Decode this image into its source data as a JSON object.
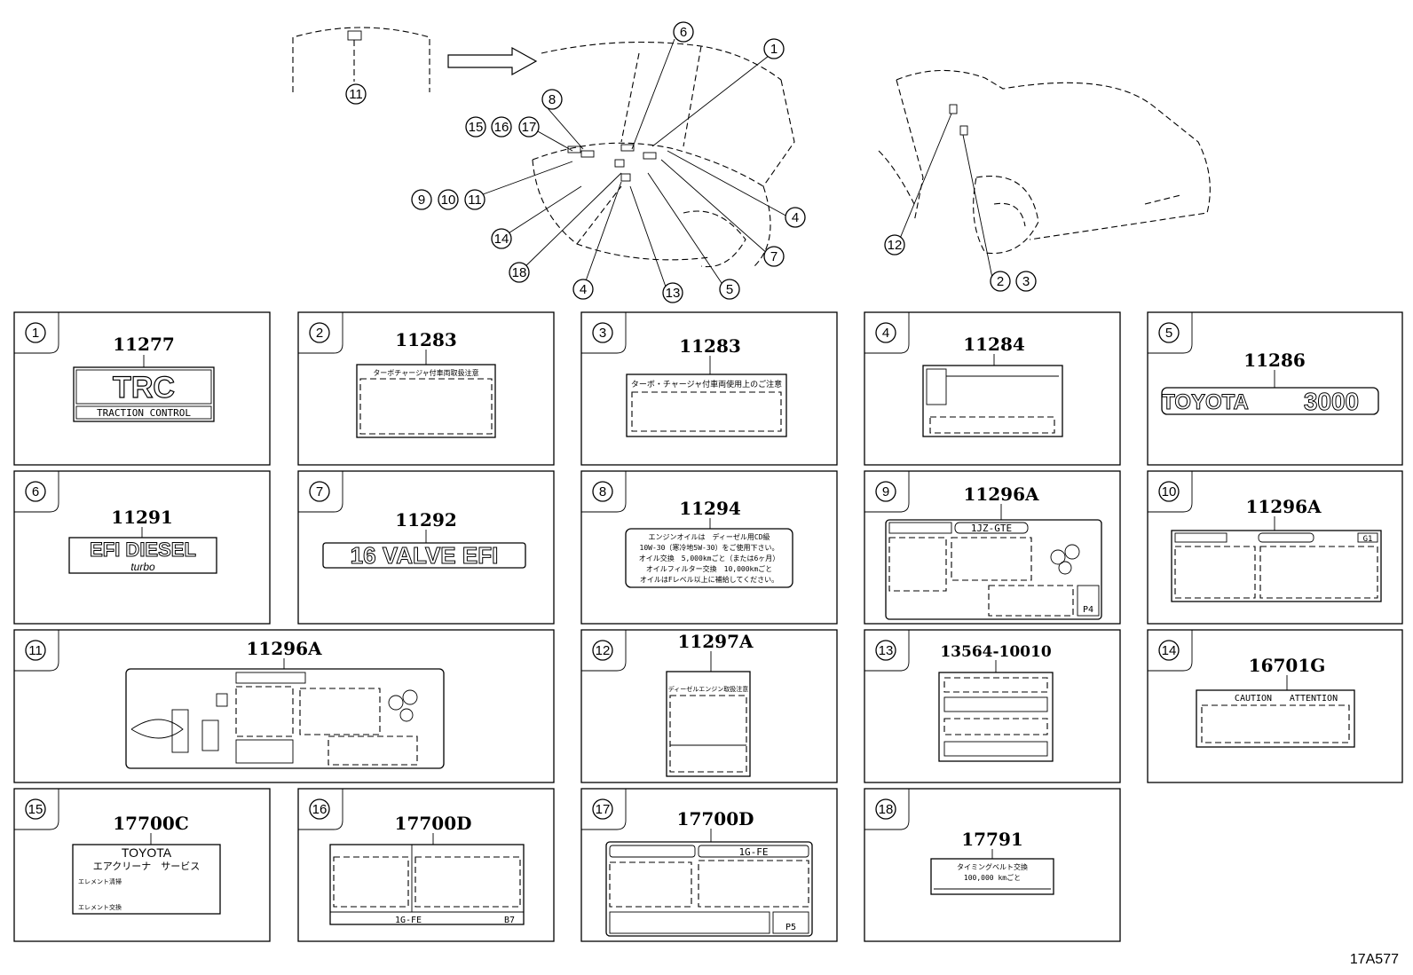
{
  "overview": {
    "callouts": [
      "6",
      "1",
      "8",
      "15",
      "16",
      "17",
      "9",
      "10",
      "11",
      "14",
      "18",
      "4",
      "13",
      "5",
      "7",
      "4",
      "11",
      "12",
      "2",
      "3"
    ]
  },
  "panels": [
    {
      "callout": "1",
      "part": "11277",
      "text": [
        "TRC",
        "TRACTION CONTROL"
      ]
    },
    {
      "callout": "2",
      "part": "11283",
      "text": [
        "ターボチャージャ付車両取扱注意"
      ]
    },
    {
      "callout": "3",
      "part": "11283",
      "text": [
        "ターボ・チャージャ付車両使用上のご注意"
      ]
    },
    {
      "callout": "4",
      "part": "11284",
      "text": []
    },
    {
      "callout": "5",
      "part": "11286",
      "text": [
        "TOYOTA",
        "3000"
      ]
    },
    {
      "callout": "6",
      "part": "11291",
      "text": [
        "EFI DIESEL",
        "turbo"
      ]
    },
    {
      "callout": "7",
      "part": "11292",
      "text": [
        "16 VALVE EFI"
      ]
    },
    {
      "callout": "8",
      "part": "11294",
      "text": [
        "エンジンオイルは　ディーゼル用CD級",
        "10W-30（寒冷地5W-30）をご使用下さい。",
        "オイル交換　5,000kmごと（または6ヶ月）",
        "オイルフィルター交換　10,000kmごと",
        "オイルはFレベル以上に補給してください。"
      ]
    },
    {
      "callout": "9",
      "part": "11296A",
      "text": [
        "1JZ-GTE",
        "P4"
      ]
    },
    {
      "callout": "10",
      "part": "11296A",
      "text": [
        "G1"
      ]
    },
    {
      "callout": "11",
      "part": "11296A",
      "text": []
    },
    {
      "callout": "12",
      "part": "11297A",
      "text": [
        "ディーゼルエンジン取扱注意"
      ]
    },
    {
      "callout": "13",
      "part": "13564-10010",
      "text": []
    },
    {
      "callout": "14",
      "part": "16701G",
      "text": [
        "CAUTION",
        "ATTENTION"
      ]
    },
    {
      "callout": "15",
      "part": "17700C",
      "text": [
        "TOYOTA",
        "エアクリーナ　サービス",
        "エレメント清掃",
        "エレメント交換"
      ]
    },
    {
      "callout": "16",
      "part": "17700D",
      "text": [
        "1G-FE",
        "B7"
      ]
    },
    {
      "callout": "17",
      "part": "17700D",
      "text": [
        "1G-FE",
        "P5"
      ]
    },
    {
      "callout": "18",
      "part": "17791",
      "text": [
        "タイミングベルト交換",
        "100,000 kmごと"
      ]
    }
  ],
  "figure_id": "17A577"
}
